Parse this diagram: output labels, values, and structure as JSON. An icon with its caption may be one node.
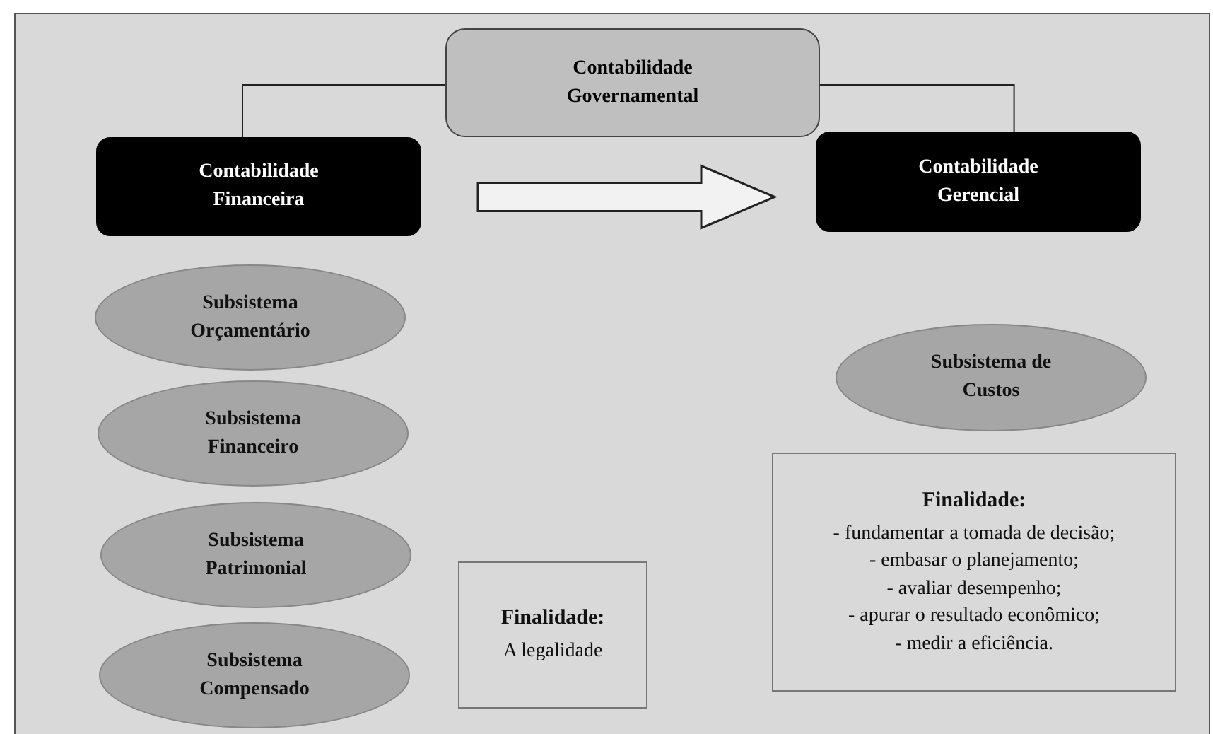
{
  "diagram": {
    "nodes": [
      {
        "text": [
          "Contabilidade Governamental"
        ]
      },
      {
        "text": [
          "Contabilidade Financeira"
        ]
      },
      {
        "text": [
          "Contabilidade Gerencial"
        ]
      },
      {
        "text": [
          "Subsistema Orçamentário"
        ]
      },
      {
        "text": [
          "Subsistema Financeiro"
        ]
      },
      {
        "text": [
          "Subsistema Patrimonial"
        ]
      },
      {
        "text": [
          "Subsistema Compensado"
        ]
      },
      {
        "text": [
          "Subsistema de Custos"
        ]
      },
      {
        "text": [
          "Finalidade:",
          "A legalidade"
        ]
      },
      {
        "text": [
          "Finalidade:",
          "- fundamentar a tomada de decisão;",
          "- embasar o planejamento;",
          "- avaliar desempenho;",
          "- apurar o resultado econômico;",
          "- medir a eficiência."
        ]
      }
    ],
    "edges": [
      {
        "from": 0,
        "to": 1,
        "arrow": "none"
      },
      {
        "from": 0,
        "to": 2,
        "arrow": "none"
      },
      {
        "from": 1,
        "to": 2,
        "arrow": "to",
        "style": "thick"
      }
    ]
  }
}
